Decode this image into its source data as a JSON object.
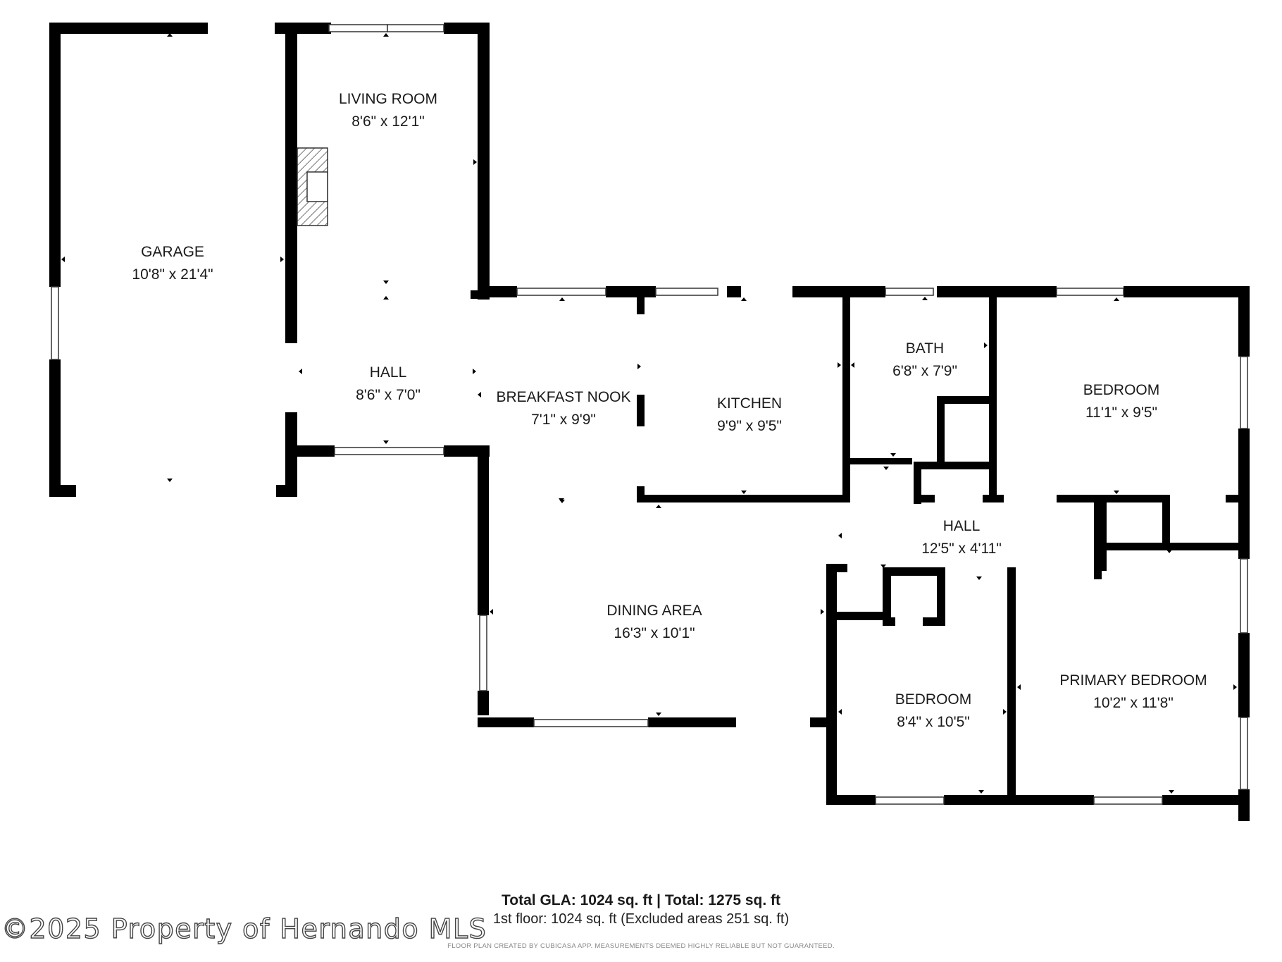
{
  "rooms": {
    "garage": {
      "name": "GARAGE",
      "dims": "10'8\" x 21'4\""
    },
    "living_room": {
      "name": "LIVING ROOM",
      "dims": "8'6\" x 12'1\""
    },
    "hall_upper": {
      "name": "HALL",
      "dims": "8'6\" x 7'0\""
    },
    "breakfast_nook": {
      "name": "BREAKFAST NOOK",
      "dims": "7'1\" x 9'9\""
    },
    "kitchen": {
      "name": "KITCHEN",
      "dims": "9'9\" x 9'5\""
    },
    "bath": {
      "name": "BATH",
      "dims": "6'8\" x 7'9\""
    },
    "bedroom_1": {
      "name": "BEDROOM",
      "dims": "11'1\" x 9'5\""
    },
    "hall_lower": {
      "name": "HALL",
      "dims": "12'5\" x 4'11\""
    },
    "dining_area": {
      "name": "DINING AREA",
      "dims": "16'3\" x 10'1\""
    },
    "bedroom_2": {
      "name": "BEDROOM",
      "dims": "8'4\" x 10'5\""
    },
    "primary_bedroom": {
      "name": "PRIMARY BEDROOM",
      "dims": "10'2\" x 11'8\""
    }
  },
  "footer": {
    "total": "Total GLA: 1024 sq. ft | Total: 1275 sq. ft",
    "floor": "1st floor: 1024 sq. ft (Excluded areas 251 sq. ft)",
    "disclaimer": "FLOOR PLAN CREATED BY CUBICASA APP. MEASUREMENTS DEEMED HIGHLY RELIABLE BUT NOT GUARANTEED."
  },
  "watermark": "©2025 Property of Hernando MLS",
  "colors": {
    "wall": "#000000",
    "window": "#ffffff",
    "background": "#ffffff"
  }
}
